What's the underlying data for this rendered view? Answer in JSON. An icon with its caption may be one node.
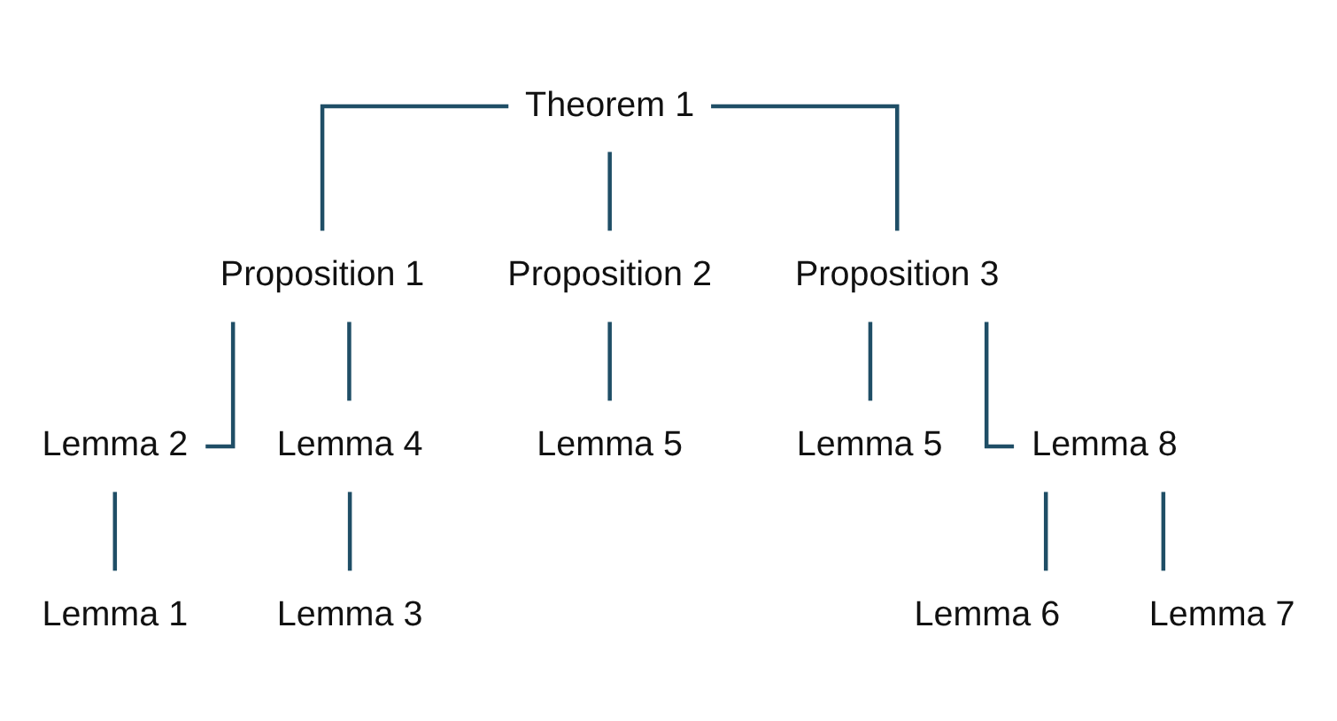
{
  "diagram": {
    "nodes": [
      {
        "text": [
          "Theorem 1"
        ]
      },
      {
        "text": [
          "Proposition 1"
        ]
      },
      {
        "text": [
          "Proposition 2"
        ]
      },
      {
        "text": [
          "Proposition 3"
        ]
      },
      {
        "text": [
          "Lemma 2"
        ]
      },
      {
        "text": [
          "Lemma 4"
        ]
      },
      {
        "text": [
          "Lemma 5"
        ]
      },
      {
        "text": [
          "Lemma 5"
        ]
      },
      {
        "text": [
          "Lemma 8"
        ]
      },
      {
        "text": [
          "Lemma 1"
        ]
      },
      {
        "text": [
          "Lemma 3"
        ]
      },
      {
        "text": [
          "Lemma 6"
        ]
      },
      {
        "text": [
          "Lemma 7"
        ]
      }
    ],
    "edges": [
      {
        "from": 0,
        "to": 1,
        "arrow": "none"
      },
      {
        "from": 0,
        "to": 2,
        "arrow": "none"
      },
      {
        "from": 0,
        "to": 3,
        "arrow": "none"
      },
      {
        "from": 1,
        "to": 4,
        "arrow": "none"
      },
      {
        "from": 1,
        "to": 5,
        "arrow": "none"
      },
      {
        "from": 2,
        "to": 6,
        "arrow": "none"
      },
      {
        "from": 3,
        "to": 7,
        "arrow": "none"
      },
      {
        "from": 3,
        "to": 8,
        "arrow": "none"
      },
      {
        "from": 4,
        "to": 9,
        "arrow": "none"
      },
      {
        "from": 5,
        "to": 10,
        "arrow": "none"
      },
      {
        "from": 8,
        "to": 11,
        "arrow": "none"
      },
      {
        "from": 8,
        "to": 12,
        "arrow": "none"
      }
    ]
  }
}
